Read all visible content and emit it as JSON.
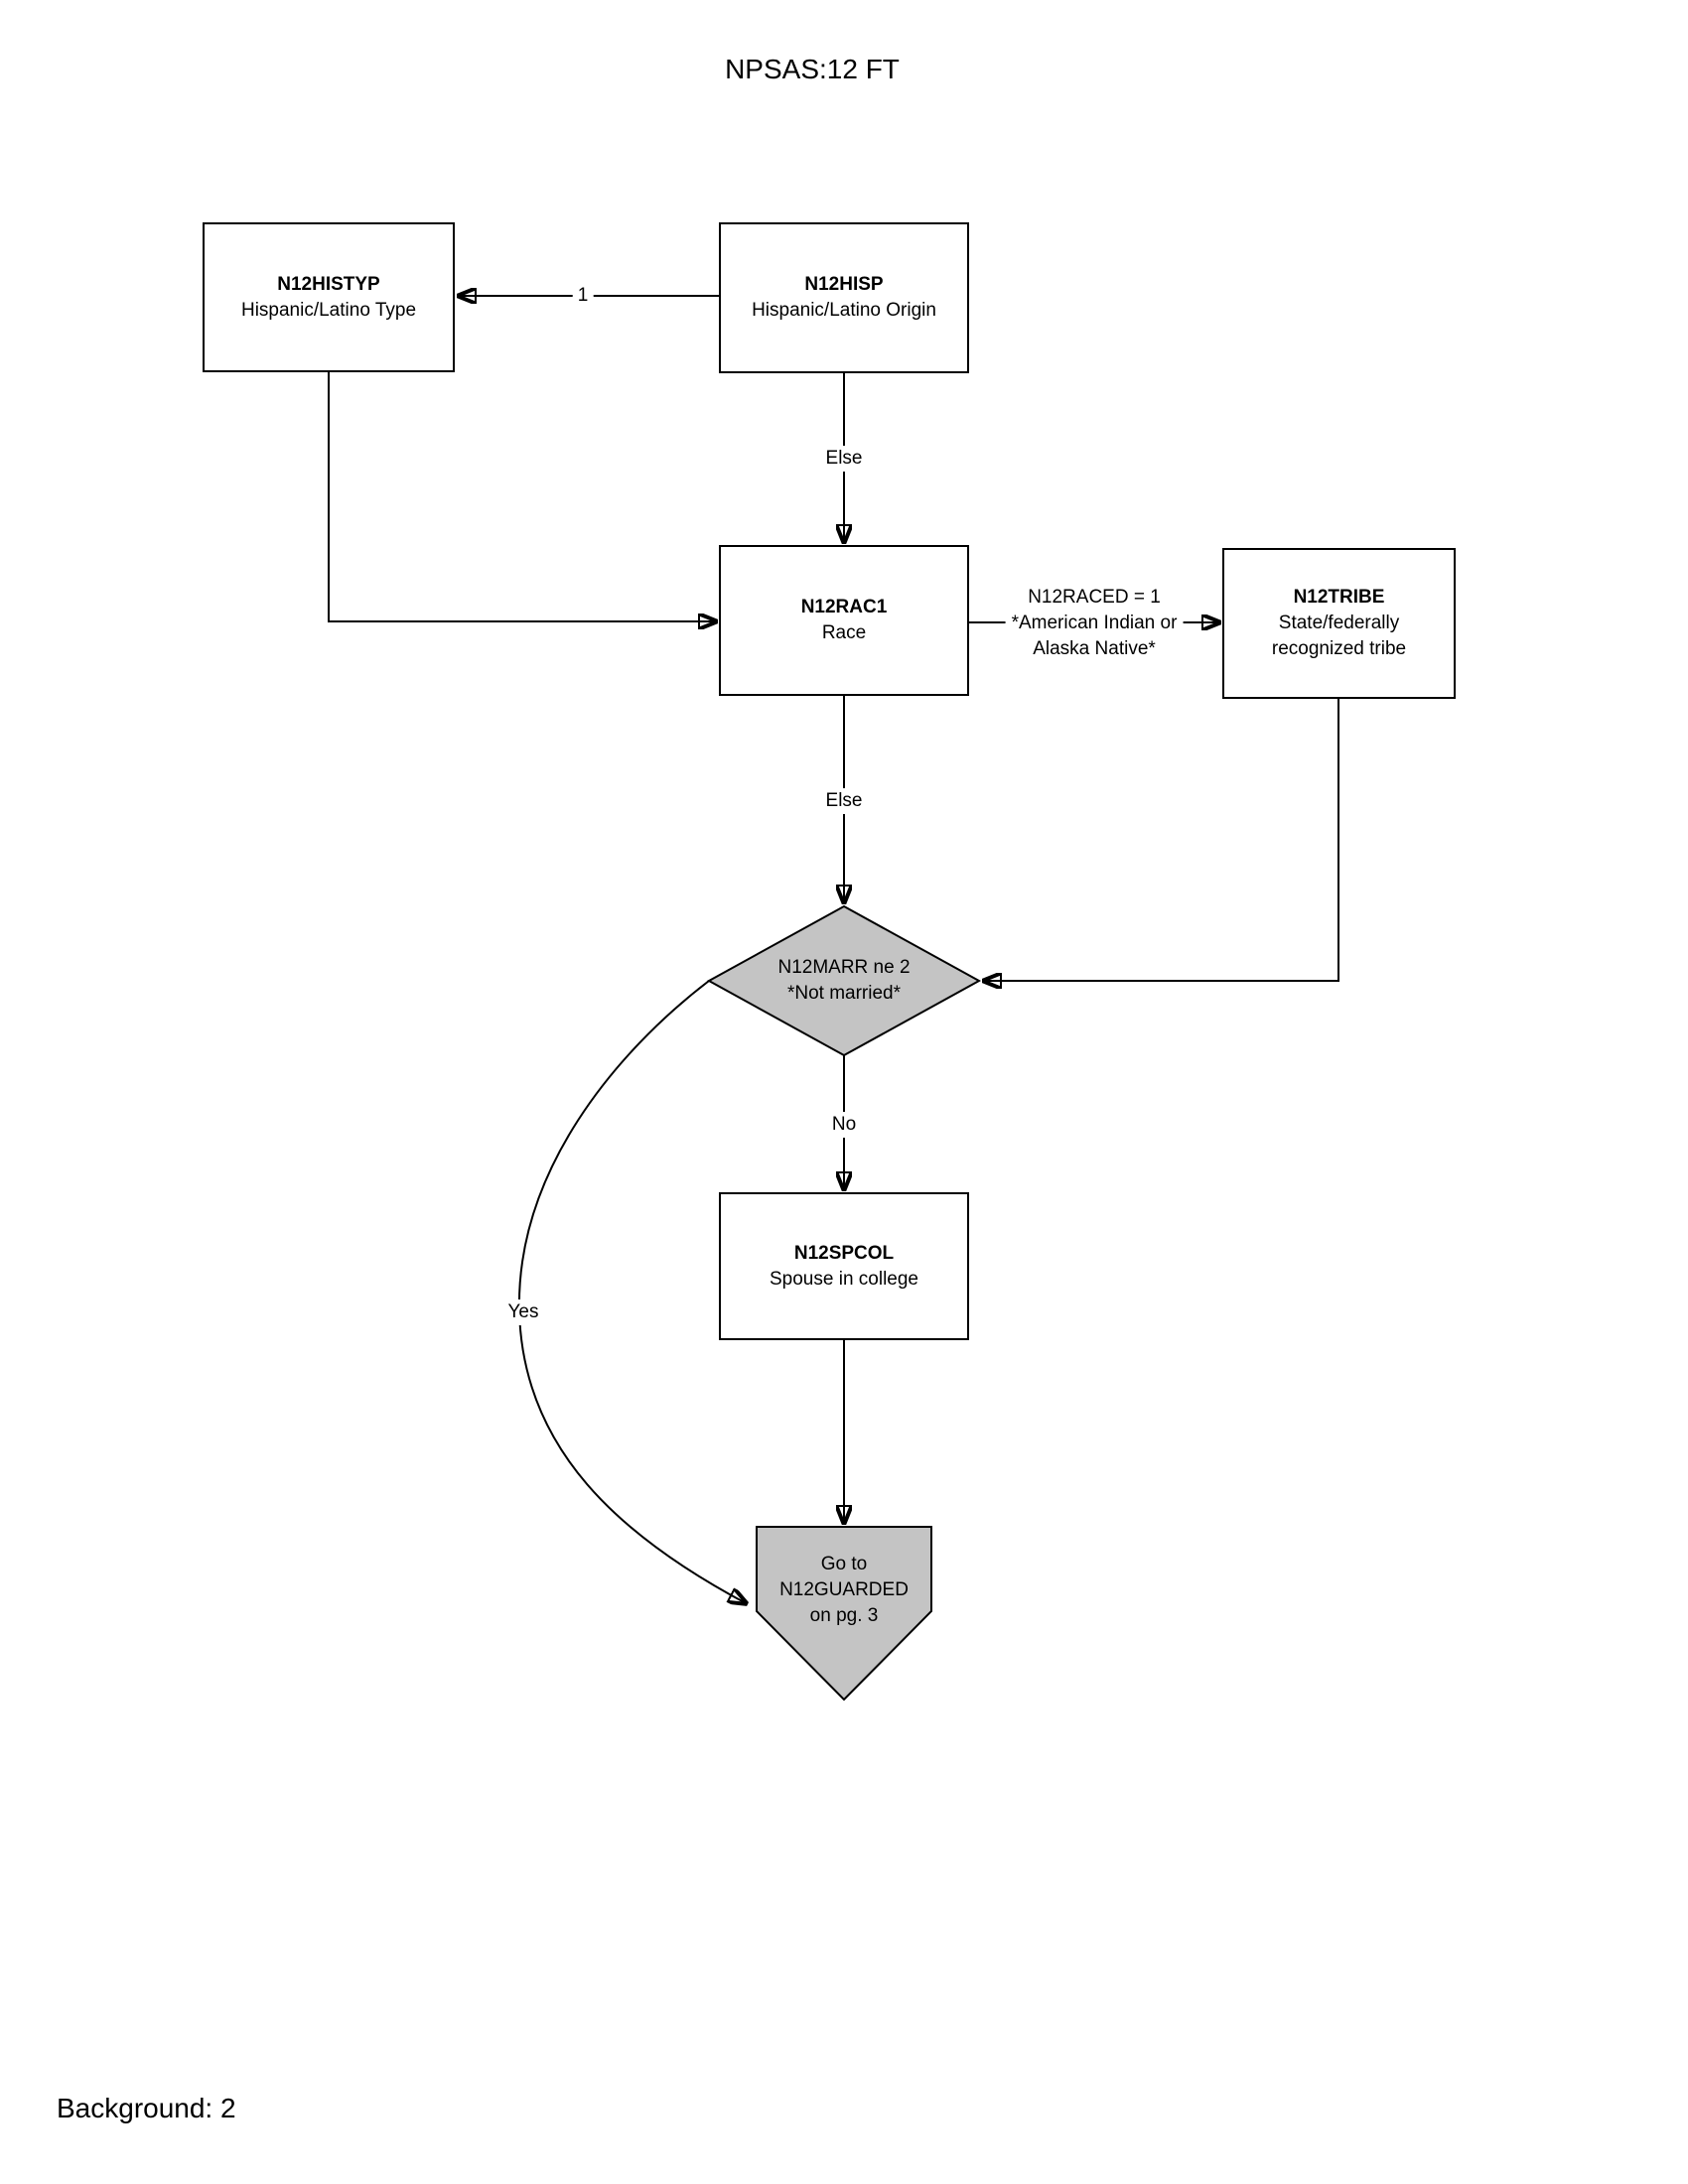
{
  "page": {
    "title": "NPSAS:12 FT",
    "footer": "Background: 2"
  },
  "nodes": {
    "histyp": {
      "name": "N12HISTYP",
      "desc": "Hispanic/Latino Type"
    },
    "hisp": {
      "name": "N12HISP",
      "desc": "Hispanic/Latino Origin"
    },
    "rac1": {
      "name": "N12RAC1",
      "desc": "Race"
    },
    "tribe": {
      "name": "N12TRIBE",
      "desc": "State/federally recognized tribe"
    },
    "marr": {
      "lines": [
        "N12MARR ne 2",
        "*Not married*"
      ]
    },
    "spcol": {
      "name": "N12SPCOL",
      "desc": "Spouse in college"
    },
    "guarded": {
      "lines": [
        "Go to",
        "N12GUARDED",
        "on pg. 3"
      ]
    }
  },
  "edges": {
    "hisp_to_histyp_label": "1",
    "hisp_to_rac1_label": "Else",
    "rac1_to_tribe_label": [
      "N12RACED = 1",
      "*American Indian or",
      "Alaska Native*"
    ],
    "rac1_to_marr_label": "Else",
    "marr_no_label": "No",
    "marr_yes_label": "Yes"
  },
  "colors": {
    "line": "#000000",
    "box_fill": "#ffffff",
    "shape_fill": "#c4c4c4"
  }
}
